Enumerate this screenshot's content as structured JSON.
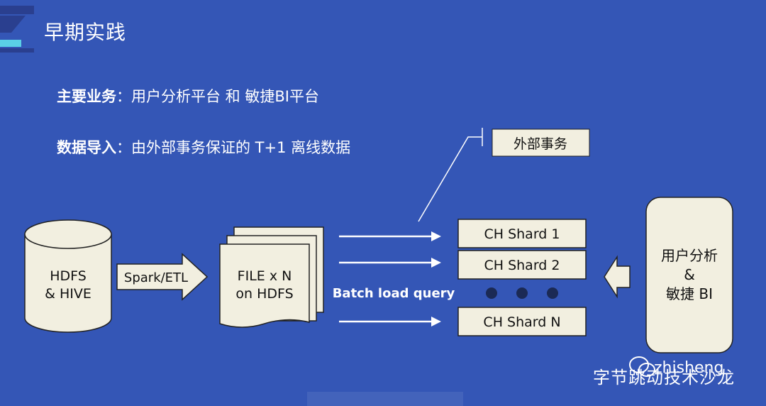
{
  "slide": {
    "title": "早期实践",
    "line1": {
      "label": "主要业务",
      "sep": "：",
      "text": "用户分析平台 和 敏捷BI平台"
    },
    "line2": {
      "label": "数据导入",
      "sep": "：",
      "text": "由外部事务保证的 T+1 离线数据"
    }
  },
  "diagram": {
    "hdfs_line1": "HDFS",
    "hdfs_line2": "& HIVE",
    "arrow_label": "Spark/ETL",
    "file_line1": "FILE x N",
    "file_line2": "on HDFS",
    "batch_label": "Batch load query",
    "external_tx": "外部事务",
    "shards": [
      "CH Shard 1",
      "CH Shard 2",
      "CH Shard N"
    ],
    "client_line1": "用户分析",
    "client_line2": "&",
    "client_line3": "敏捷 BI"
  },
  "watermark": {
    "handle": "zhisheng",
    "caption": "字节跳动技术沙龙"
  },
  "colors": {
    "background": "#3456b6",
    "box_fill": "#f2efe0",
    "text": "#111111",
    "logo_cyan": "#5ad0e6",
    "logo_navy": "#2a3f8f"
  }
}
